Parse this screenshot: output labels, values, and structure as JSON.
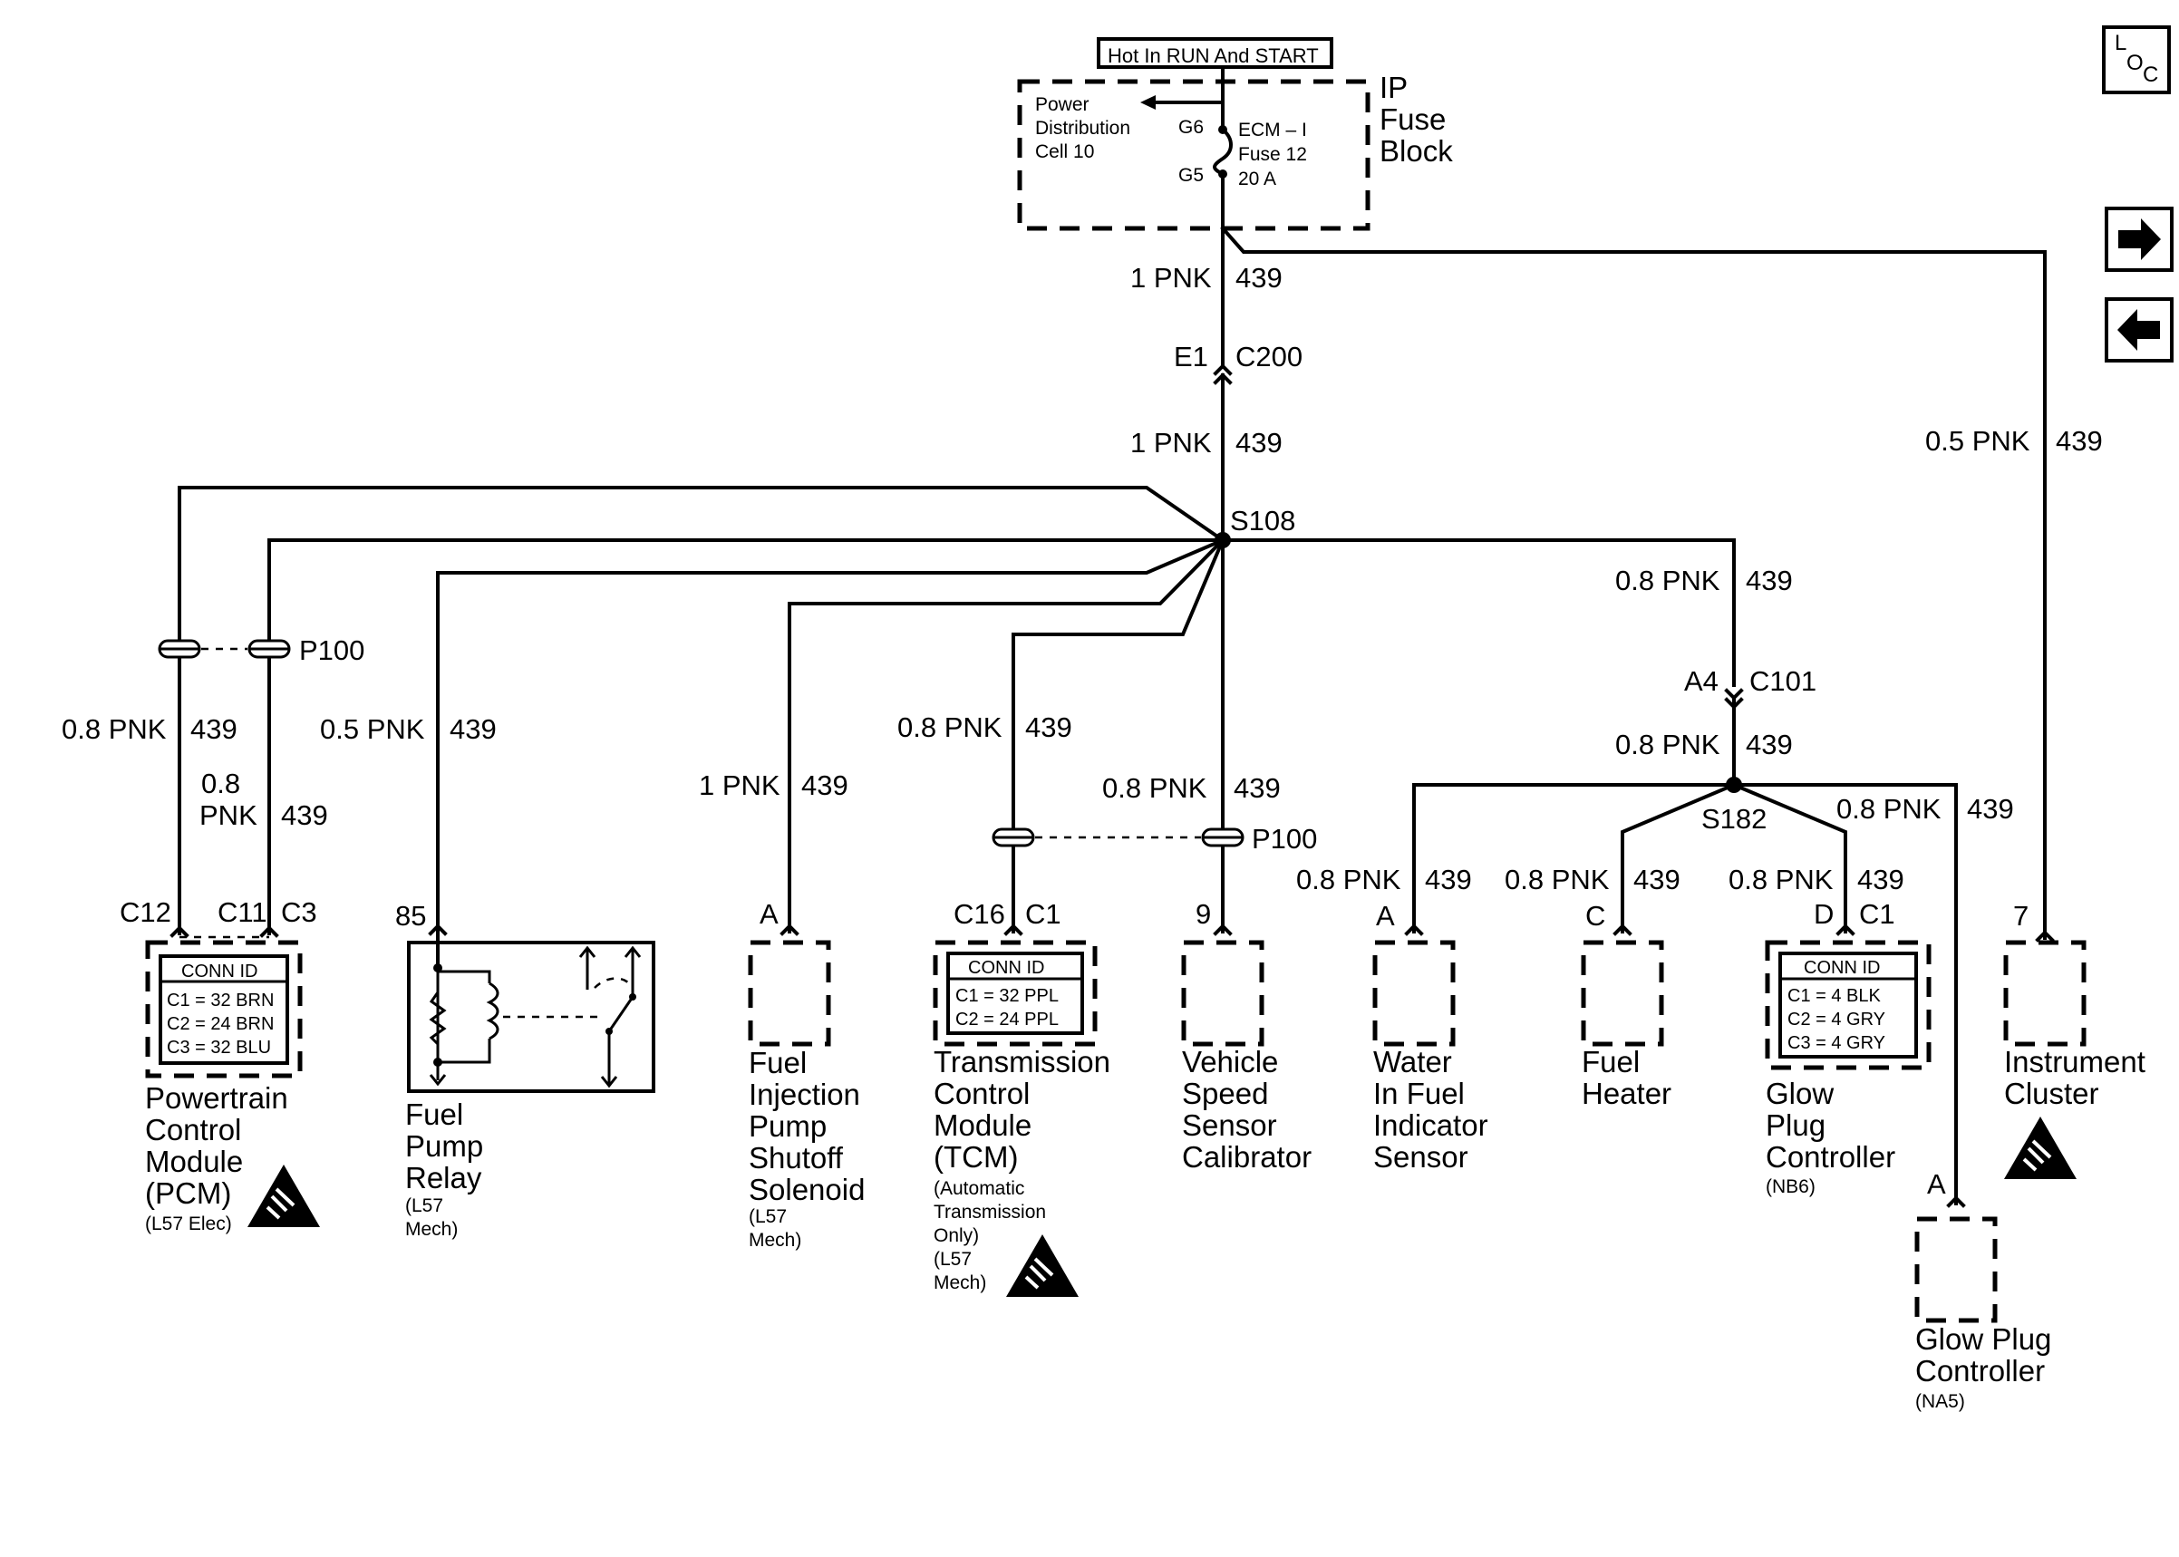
{
  "header": {
    "hot_label": "Hot In RUN And START",
    "fuse_block_line1": "IP",
    "fuse_block_line2": "Fuse",
    "fuse_block_line3": "Block",
    "pdc_line1": "Power",
    "pdc_line2": "Distribution",
    "pdc_line3": "Cell 10",
    "pin_g6": "G6",
    "pin_g5": "G5",
    "fuse_line1": "ECM – I",
    "fuse_line2": "Fuse 12",
    "fuse_line3": "20 A"
  },
  "nav": {
    "loc_l": "L",
    "loc_o": "O",
    "loc_c": "C",
    "next_glyph": "➡",
    "prev_glyph": "⬅"
  },
  "wires": {
    "w_main_top_size": "1 PNK",
    "w_main_top_num": "439",
    "c200_pin": "E1",
    "c200_name": "C200",
    "w_main_mid_size": "1 PNK",
    "w_main_mid_num": "439",
    "s108": "S108",
    "w_ic_size": "0.5 PNK",
    "w_ic_num": "439",
    "w_right_size": "0.8 PNK",
    "w_right_num": "439",
    "c101_pin": "A4",
    "c101_name": "C101",
    "w_right_low_size": "0.8 PNK",
    "w_right_low_num": "439",
    "s182": "S182",
    "p100_left": "P100",
    "p100_mid": "P100",
    "w_pcm1_size": "0.8 PNK",
    "w_pcm1_num": "439",
    "w_pcm2_size_a": "0.8",
    "w_pcm2_size_b": "PNK",
    "w_pcm2_num": "439",
    "w_relay_size": "0.5 PNK",
    "w_relay_num": "439",
    "w_fips_size": "1 PNK",
    "w_fips_num": "439",
    "w_tcm_size": "0.8 PNK",
    "w_tcm_num": "439",
    "w_vss_size": "0.8 PNK",
    "w_vss_num": "439",
    "w_wif_size": "0.8 PNK",
    "w_wif_num": "439",
    "w_fh_size": "0.8 PNK",
    "w_fh_num": "439",
    "w_gpc_size": "0.8 PNK",
    "w_gpc_num": "439",
    "w_gpc2_size": "0.8 PNK",
    "w_gpc2_num": "439"
  },
  "pins": {
    "pcm_c12": "C12",
    "pcm_c11": "C11",
    "pcm_c3": "C3",
    "relay_85": "85",
    "fips_a": "A",
    "tcm_c16": "C16",
    "tcm_c1": "C1",
    "vss_9": "9",
    "wif_a": "A",
    "fh_c": "C",
    "gpc_d": "D",
    "gpc_c1": "C1",
    "ic_7": "7",
    "gpc2_a": "A"
  },
  "components": {
    "pcm": {
      "conn_title": "CONN ID",
      "conn_rows": [
        "C1 = 32 BRN",
        "C2 = 24 BRN",
        "C3 = 32 BLU"
      ],
      "name_lines": [
        "Powertrain",
        "Control",
        "Module",
        "(PCM)"
      ],
      "note": "(L57 Elec)"
    },
    "relay": {
      "name_lines": [
        "Fuel",
        "Pump",
        "Relay"
      ],
      "note_lines": [
        "(L57",
        "Mech)"
      ]
    },
    "fips": {
      "name_lines": [
        "Fuel",
        "Injection",
        "Pump",
        "Shutoff",
        "Solenoid"
      ],
      "note_lines": [
        "(L57",
        "Mech)"
      ]
    },
    "tcm": {
      "conn_title": "CONN ID",
      "conn_rows": [
        "C1 = 32 PPL",
        "C2 = 24 PPL"
      ],
      "name_lines": [
        "Transmission",
        "Control",
        "Module",
        "(TCM)"
      ],
      "note_lines": [
        "(Automatic",
        "Transmission",
        "Only)",
        "(L57",
        "Mech)"
      ]
    },
    "vss": {
      "name_lines": [
        "Vehicle",
        "Speed",
        "Sensor",
        "Calibrator"
      ]
    },
    "wif": {
      "name_lines": [
        "Water",
        "In Fuel",
        "Indicator",
        "Sensor"
      ]
    },
    "fh": {
      "name_lines": [
        "Fuel",
        "Heater"
      ]
    },
    "gpc": {
      "conn_title": "CONN ID",
      "conn_rows": [
        "C1 = 4 BLK",
        "C2 = 4 GRY",
        "C3 = 4 GRY"
      ],
      "name_lines": [
        "Glow",
        "Plug",
        "Controller"
      ],
      "note": "(NB6)"
    },
    "ic": {
      "name_lines": [
        "Instrument",
        "Cluster"
      ]
    },
    "gpc2": {
      "name_lines": [
        "Glow Plug",
        "Controller"
      ],
      "note": "(NA5)"
    }
  }
}
